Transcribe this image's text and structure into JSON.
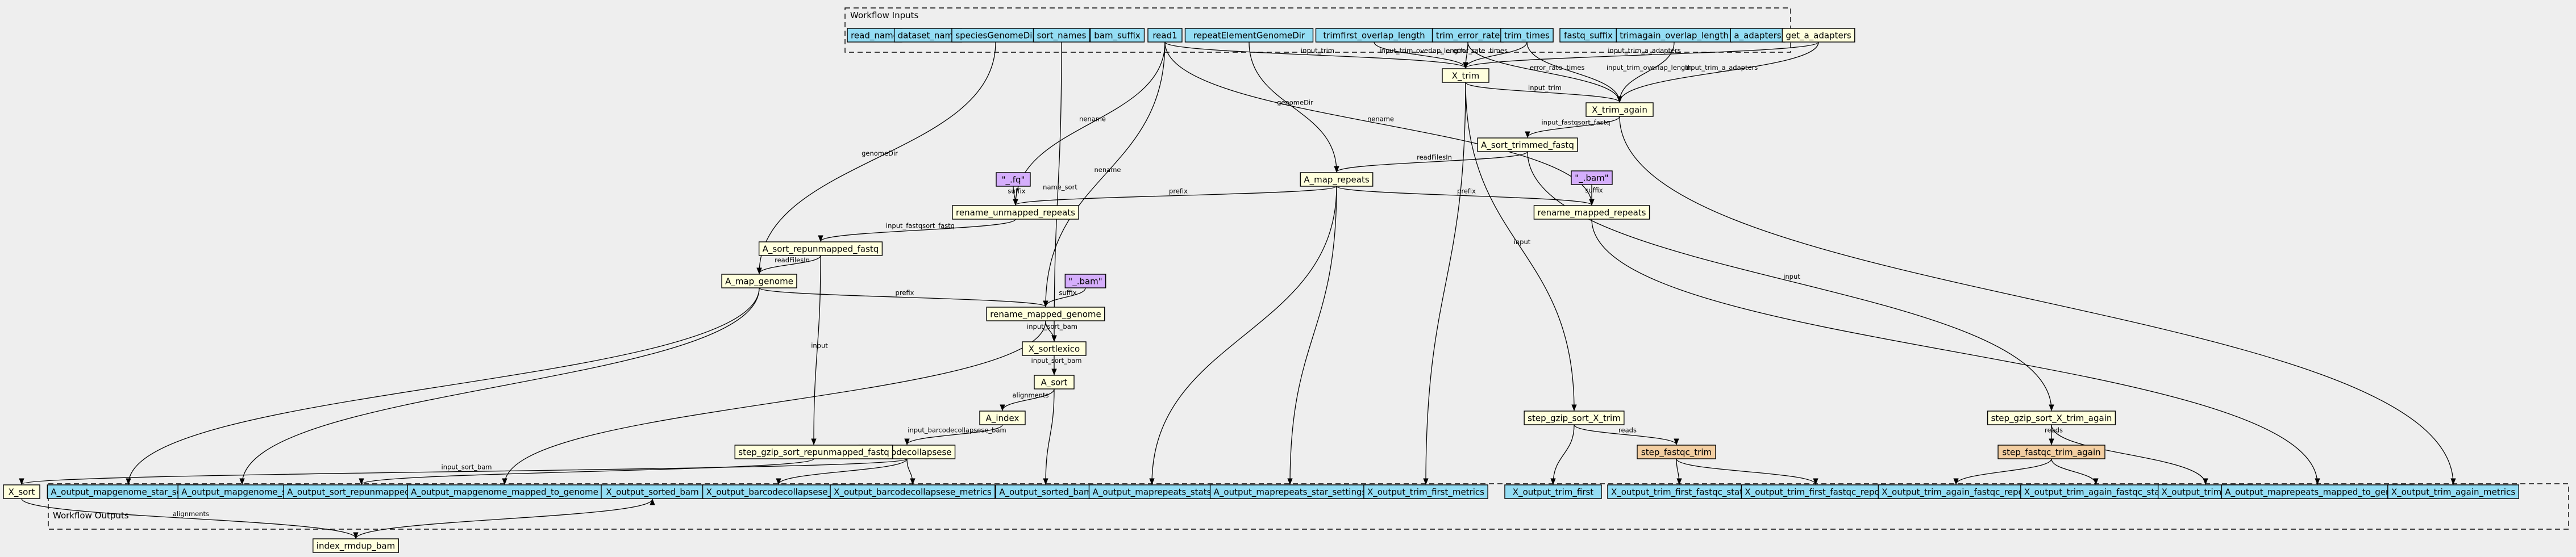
{
  "clusters": {
    "inputs_label": "Workflow Inputs",
    "outputs_label": "Workflow Outputs"
  },
  "colors": {
    "input_fill": "#94ddf4",
    "output_fill": "#94ddf4",
    "step_fill": "#ffffdd",
    "literal_fill": "#d5aefc",
    "orange_step_fill": "#f3cea1",
    "background": "#eeeeee"
  },
  "nodes": [
    {
      "id": "read_name",
      "label": "read_name",
      "kind": "input"
    },
    {
      "id": "dataset_name",
      "label": "dataset_name",
      "kind": "input"
    },
    {
      "id": "speciesGenomeDir",
      "label": "speciesGenomeDir",
      "kind": "input"
    },
    {
      "id": "sort_names",
      "label": "sort_names",
      "kind": "input"
    },
    {
      "id": "bam_suffix",
      "label": "bam_suffix",
      "kind": "input"
    },
    {
      "id": "read1",
      "label": "read1",
      "kind": "input"
    },
    {
      "id": "repeatElementGenomeDir",
      "label": "repeatElementGenomeDir",
      "kind": "input"
    },
    {
      "id": "trimfirst_overlap_length",
      "label": "trimfirst_overlap_length",
      "kind": "input"
    },
    {
      "id": "trim_error_rate",
      "label": "trim_error_rate",
      "kind": "input"
    },
    {
      "id": "trim_times",
      "label": "trim_times",
      "kind": "input"
    },
    {
      "id": "fastq_suffix",
      "label": "fastq_suffix",
      "kind": "input"
    },
    {
      "id": "trimagain_overlap_length",
      "label": "trimagain_overlap_length",
      "kind": "input"
    },
    {
      "id": "a_adapters",
      "label": "a_adapters",
      "kind": "input"
    },
    {
      "id": "get_a_adapters",
      "label": "get_a_adapters",
      "kind": "step"
    },
    {
      "id": "X_trim",
      "label": "X_trim",
      "kind": "step"
    },
    {
      "id": "X_trim_again",
      "label": "X_trim_again",
      "kind": "step"
    },
    {
      "id": "A_sort_trimmed_fastq",
      "label": "A_sort_trimmed_fastq",
      "kind": "step"
    },
    {
      "id": "lit_bam1",
      "label": "\"_.bam\"",
      "kind": "literal"
    },
    {
      "id": "A_map_repeats",
      "label": "A_map_repeats",
      "kind": "step"
    },
    {
      "id": "lit_fq",
      "label": "\"_.fq\"",
      "kind": "literal"
    },
    {
      "id": "rename_unmapped_repeats",
      "label": "rename_unmapped_repeats",
      "kind": "step"
    },
    {
      "id": "rename_mapped_repeats",
      "label": "rename_mapped_repeats",
      "kind": "step"
    },
    {
      "id": "A_sort_repunmapped_fastq",
      "label": "A_sort_repunmapped_fastq",
      "kind": "step"
    },
    {
      "id": "A_map_genome",
      "label": "A_map_genome",
      "kind": "step"
    },
    {
      "id": "lit_bam2",
      "label": "\"_.bam\"",
      "kind": "literal"
    },
    {
      "id": "rename_mapped_genome",
      "label": "rename_mapped_genome",
      "kind": "step"
    },
    {
      "id": "X_sortlexico",
      "label": "X_sortlexico",
      "kind": "step"
    },
    {
      "id": "A_sort",
      "label": "A_sort",
      "kind": "step"
    },
    {
      "id": "A_index",
      "label": "A_index",
      "kind": "step"
    },
    {
      "id": "X_barcodecollapsese",
      "label": "X_barcodecollapsese",
      "kind": "step"
    },
    {
      "id": "step_gzip_sort_repunmapped_fastq",
      "label": "step_gzip_sort_repunmapped_fastq",
      "kind": "step"
    },
    {
      "id": "step_gzip_sort_X_trim",
      "label": "step_gzip_sort_X_trim",
      "kind": "step"
    },
    {
      "id": "step_fastqc_trim",
      "label": "step_fastqc_trim",
      "kind": "orange"
    },
    {
      "id": "step_gzip_sort_X_trim_again",
      "label": "step_gzip_sort_X_trim_again",
      "kind": "step"
    },
    {
      "id": "step_fastqc_trim_again",
      "label": "step_fastqc_trim_again",
      "kind": "orange"
    },
    {
      "id": "X_sort",
      "label": "X_sort",
      "kind": "step"
    },
    {
      "id": "index_rmdup_bam",
      "label": "index_rmdup_bam",
      "kind": "step"
    },
    {
      "id": "o1",
      "label": "A_output_mapgenome_star_settings",
      "kind": "output"
    },
    {
      "id": "o2",
      "label": "A_output_mapgenome_stats",
      "kind": "output"
    },
    {
      "id": "o3",
      "label": "A_output_sort_repunmapped_fastq",
      "kind": "output"
    },
    {
      "id": "o4",
      "label": "A_output_mapgenome_mapped_to_genome",
      "kind": "output"
    },
    {
      "id": "o5",
      "label": "X_output_sorted_bam",
      "kind": "output"
    },
    {
      "id": "o6",
      "label": "X_output_barcodecollapsese_bam",
      "kind": "output"
    },
    {
      "id": "o7",
      "label": "X_output_barcodecollapsese_metrics",
      "kind": "output"
    },
    {
      "id": "o8",
      "label": "A_output_sorted_bam",
      "kind": "output"
    },
    {
      "id": "o9",
      "label": "A_output_maprepeats_stats",
      "kind": "output"
    },
    {
      "id": "o10",
      "label": "A_output_maprepeats_star_settings",
      "kind": "output"
    },
    {
      "id": "o11",
      "label": "X_output_trim_first_metrics",
      "kind": "output"
    },
    {
      "id": "o12",
      "label": "X_output_trim_first",
      "kind": "output"
    },
    {
      "id": "o13",
      "label": "X_output_trim_first_fastqc_stats",
      "kind": "output"
    },
    {
      "id": "o14",
      "label": "X_output_trim_first_fastqc_report",
      "kind": "output"
    },
    {
      "id": "o15",
      "label": "X_output_trim_again_fastqc_report",
      "kind": "output"
    },
    {
      "id": "o16",
      "label": "X_output_trim_again_fastqc_stats",
      "kind": "output"
    },
    {
      "id": "o17",
      "label": "X_output_trim_again",
      "kind": "output"
    },
    {
      "id": "o18",
      "label": "A_output_maprepeats_mapped_to_genome",
      "kind": "output"
    },
    {
      "id": "o19",
      "label": "X_output_trim_again_metrics",
      "kind": "output"
    }
  ],
  "edges": [
    {
      "from": "read1",
      "to": "X_trim",
      "label": "input_trim"
    },
    {
      "from": "trimfirst_overlap_length",
      "to": "X_trim",
      "label": "input_trim_overlap_length"
    },
    {
      "from": "trim_error_rate",
      "to": "X_trim",
      "label": "error_rate"
    },
    {
      "from": "trim_times",
      "to": "X_trim",
      "label": "times"
    },
    {
      "from": "get_a_adapters",
      "to": "X_trim",
      "label": "input_trim_a_adapters"
    },
    {
      "from": "X_trim",
      "to": "X_trim_again",
      "label": "input_trim"
    },
    {
      "from": "trim_error_rate",
      "to": "X_trim_again",
      "label": "error_rate"
    },
    {
      "from": "trim_times",
      "to": "X_trim_again",
      "label": "times"
    },
    {
      "from": "trimagain_overlap_length",
      "to": "X_trim_again",
      "label": "input_trim_overlap_length"
    },
    {
      "from": "get_a_adapters",
      "to": "X_trim_again",
      "label": "input_trim_a_adapters"
    },
    {
      "from": "X_trim_again",
      "to": "A_sort_trimmed_fastq",
      "label": "input_fastqsort_fastq"
    },
    {
      "from": "read1",
      "to": "rename_mapped_repeats",
      "label": "nename"
    },
    {
      "from": "repeatElementGenomeDir",
      "to": "A_map_repeats",
      "label": "genomeDir"
    },
    {
      "from": "A_sort_trimmed_fastq",
      "to": "A_map_repeats",
      "label": "readFilesIn"
    },
    {
      "from": "lit_bam1",
      "to": "rename_mapped_repeats",
      "label": "suffix"
    },
    {
      "from": "A_map_repeats",
      "to": "rename_mapped_repeats",
      "label": "prefix"
    },
    {
      "from": "A_map_repeats",
      "to": "rename_unmapped_repeats",
      "label": "prefix"
    },
    {
      "from": "read1",
      "to": "rename_unmapped_repeats",
      "label": "nename"
    },
    {
      "from": "lit_fq",
      "to": "rename_unmapped_repeats",
      "label": "suffix"
    },
    {
      "from": "rename_unmapped_repeats",
      "to": "A_sort_repunmapped_fastq",
      "label": "input_fastqsort_fastq"
    },
    {
      "from": "A_sort_repunmapped_fastq",
      "to": "A_map_genome",
      "label": "readFilesIn"
    },
    {
      "from": "speciesGenomeDir",
      "to": "A_map_genome",
      "label": "genomeDir"
    },
    {
      "from": "A_map_genome",
      "to": "rename_mapped_genome",
      "label": "prefix"
    },
    {
      "from": "read1",
      "to": "rename_mapped_genome",
      "label": "nename"
    },
    {
      "from": "lit_bam2",
      "to": "rename_mapped_genome",
      "label": "suffix"
    },
    {
      "from": "rename_mapped_genome",
      "to": "X_sortlexico",
      "label": "input_sort_bam"
    },
    {
      "from": "sort_names",
      "to": "X_sortlexico",
      "label": "name_sort"
    },
    {
      "from": "X_sortlexico",
      "to": "A_sort",
      "label": "input_sort_bam"
    },
    {
      "from": "A_sort",
      "to": "A_index",
      "label": "alignments"
    },
    {
      "from": "A_index",
      "to": "X_barcodecollapsese",
      "label": "input_barcodecollapsese_bam"
    },
    {
      "from": "A_sort_repunmapped_fastq",
      "to": "step_gzip_sort_repunmapped_fastq",
      "label": "input"
    },
    {
      "from": "X_trim",
      "to": "step_gzip_sort_X_trim",
      "label": "input"
    },
    {
      "from": "step_gzip_sort_X_trim",
      "to": "step_fastqc_trim",
      "label": "reads"
    },
    {
      "from": "A_sort_trimmed_fastq",
      "to": "step_gzip_sort_X_trim_again",
      "label": "input"
    },
    {
      "from": "step_gzip_sort_X_trim_again",
      "to": "step_fastqc_trim_again",
      "label": "reads"
    },
    {
      "from": "X_barcodecollapsese",
      "to": "X_sort",
      "label": "input_sort_bam"
    },
    {
      "from": "X_sort",
      "to": "index_rmdup_bam",
      "label": "alignments"
    },
    {
      "from": "index_rmdup_bam",
      "to": "o5",
      "label": ""
    },
    {
      "from": "A_map_genome",
      "to": "o1",
      "label": ""
    },
    {
      "from": "A_map_genome",
      "to": "o2",
      "label": ""
    },
    {
      "from": "step_gzip_sort_repunmapped_fastq",
      "to": "o3",
      "label": ""
    },
    {
      "from": "rename_mapped_genome",
      "to": "o4",
      "label": ""
    },
    {
      "from": "X_barcodecollapsese",
      "to": "o6",
      "label": ""
    },
    {
      "from": "X_barcodecollapsese",
      "to": "o7",
      "label": ""
    },
    {
      "from": "A_sort",
      "to": "o8",
      "label": ""
    },
    {
      "from": "A_map_repeats",
      "to": "o9",
      "label": ""
    },
    {
      "from": "A_map_repeats",
      "to": "o10",
      "label": ""
    },
    {
      "from": "X_trim",
      "to": "o11",
      "label": ""
    },
    {
      "from": "step_gzip_sort_X_trim",
      "to": "o12",
      "label": ""
    },
    {
      "from": "step_fastqc_trim",
      "to": "o13",
      "label": ""
    },
    {
      "from": "step_fastqc_trim",
      "to": "o14",
      "label": ""
    },
    {
      "from": "step_fastqc_trim_again",
      "to": "o15",
      "label": ""
    },
    {
      "from": "step_fastqc_trim_again",
      "to": "o16",
      "label": ""
    },
    {
      "from": "step_gzip_sort_X_trim_again",
      "to": "o17",
      "label": ""
    },
    {
      "from": "rename_mapped_repeats",
      "to": "o18",
      "label": ""
    },
    {
      "from": "X_trim_again",
      "to": "o19",
      "label": ""
    }
  ]
}
